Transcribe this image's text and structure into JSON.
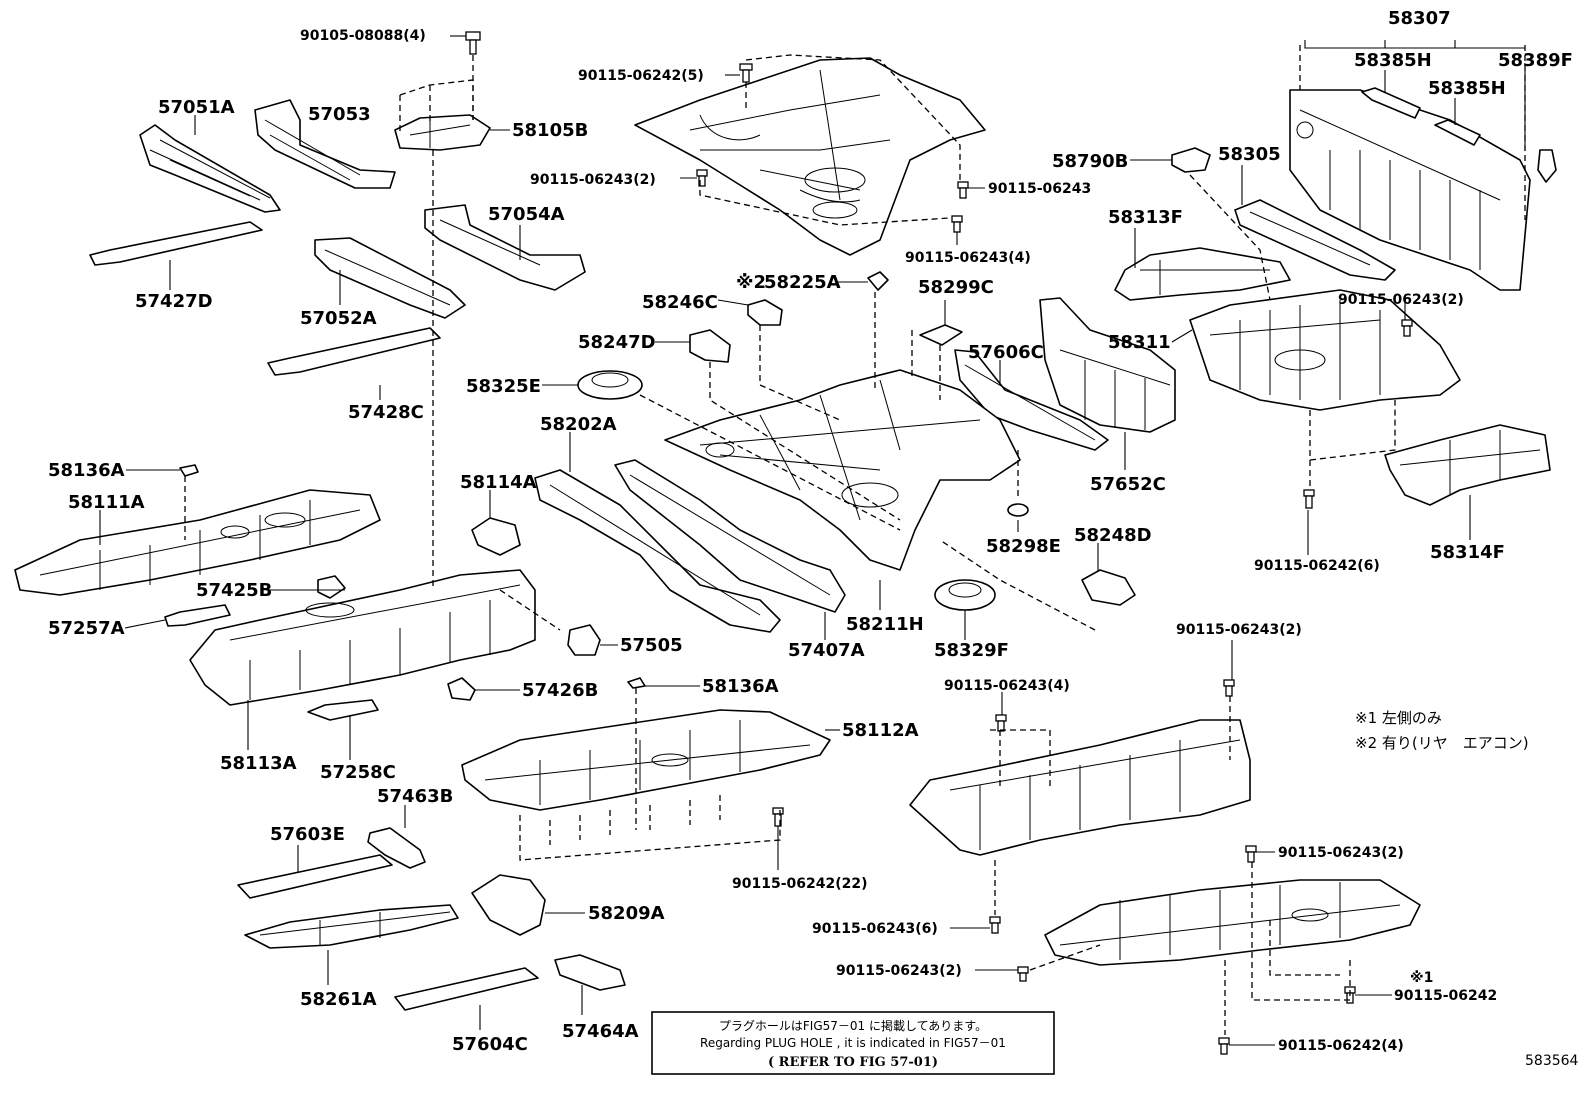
{
  "labels": {
    "p90105_08088": "90105-08088(4)",
    "p57051A": "57051A",
    "p57053": "57053",
    "p58105B": "58105B",
    "p90115_06242_5": "90115-06242(5)",
    "p90115_06243_2_top": "90115-06243(2)",
    "p90115_06243_top": "90115-06243",
    "p90115_06243_4_top": "90115-06243(4)",
    "p58307": "58307",
    "p58385H_a": "58385H",
    "p58389F": "58389F",
    "p58385H_b": "58385H",
    "p58790B": "58790B",
    "p58305": "58305",
    "p57054A": "57054A",
    "p57427D": "57427D",
    "p57052A": "57052A",
    "p58313F": "58313F",
    "p58225A": "58225A",
    "p58299C": "58299C",
    "p58246C": "58246C",
    "p58247D": "58247D",
    "p57606C": "57606C",
    "p58311": "58311",
    "p90115_06243_2_right": "90115-06243(2)",
    "p58325E": "58325E",
    "p57428C": "57428C",
    "p58202A": "58202A",
    "p57652C": "57652C",
    "p58136A_left": "58136A",
    "p58111A": "58111A",
    "p58114A": "58114A",
    "p58248D": "58248D",
    "p58298E": "58298E",
    "p58314F": "58314F",
    "p90115_06242_6": "90115-06242(6)",
    "p57425B": "57425B",
    "p57257A": "57257A",
    "p57505": "57505",
    "p57407A": "57407A",
    "p58211H": "58211H",
    "p58329F": "58329F",
    "p90115_06243_2_mid": "90115-06243(2)",
    "p58136A_mid": "58136A",
    "p57426B": "57426B",
    "p90115_06243_4_mid": "90115-06243(4)",
    "p58113A": "58113A",
    "p58112A": "58112A",
    "p57258C": "57258C",
    "p57463B": "57463B",
    "p57603E": "57603E",
    "p90115_06242_22": "90115-06242(22)",
    "p90115_06243_2_low": "90115-06243(2)",
    "p58209A": "58209A",
    "p90115_06243_6": "90115-06243(6)",
    "p58261A": "58261A",
    "p90115_06243_2_bottom": "90115-06243(2)",
    "p90115_06242_note1": "90115-06242",
    "p57604C": "57604C",
    "p57464A": "57464A",
    "p90115_06242_4": "90115-06242(4)"
  },
  "marks": {
    "m1": "※1",
    "m2": "※2",
    "m1_bottom": "※1"
  },
  "legend": {
    "line1": "※1 左側のみ",
    "line2": "※2 有り(リヤ　エアコン)"
  },
  "note": {
    "jp": "プラグホールはFIG57－01 に掲載してあります。",
    "en": "Regarding PLUG HOLE , it is indicated in FIG57－01",
    "ref": "( REFER TO FIG 57-01)"
  },
  "figure_id": "583564"
}
